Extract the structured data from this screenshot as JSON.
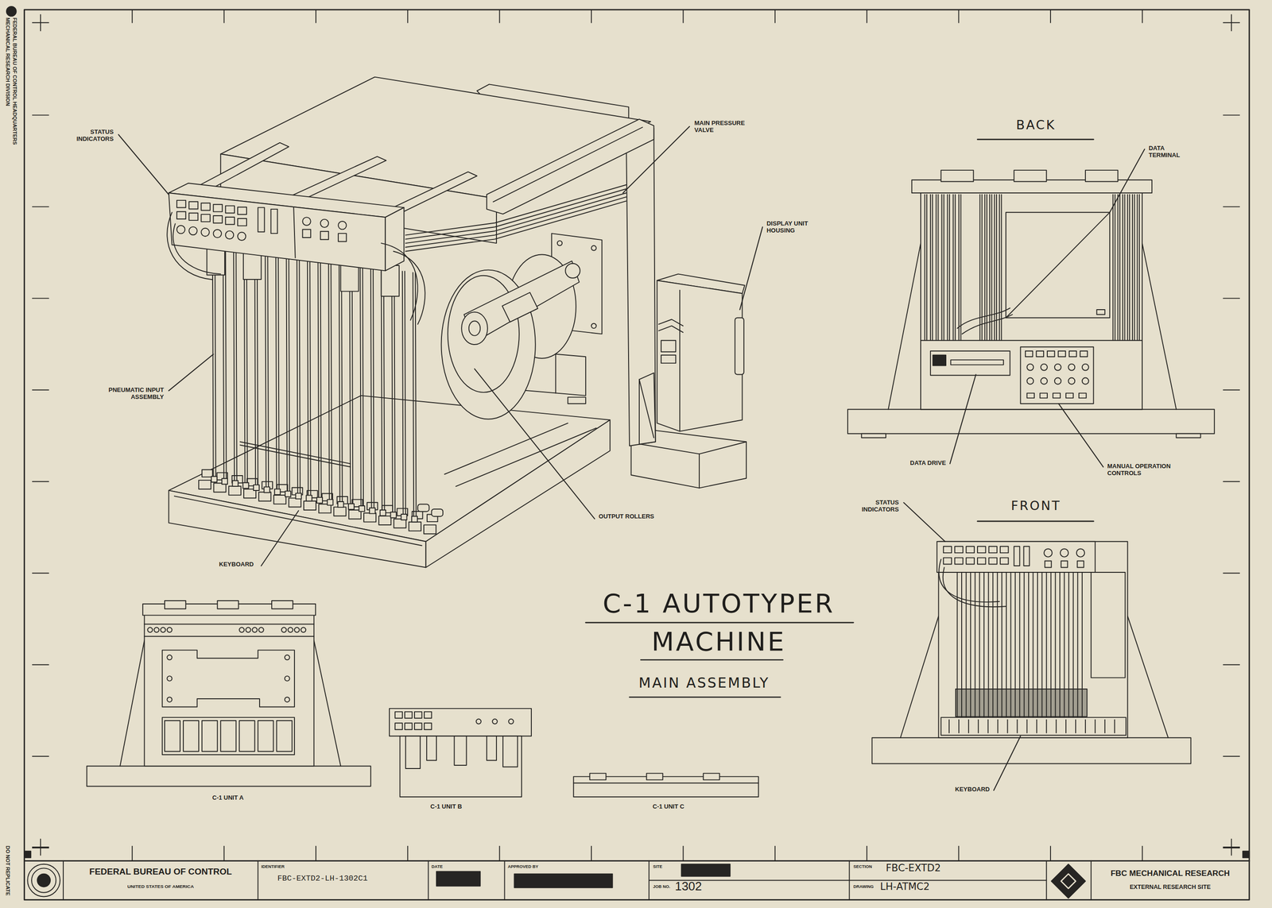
{
  "diagram": {
    "title": "C-1 AUTOTYPER MACHINE",
    "caption": "MAIN ASSEMBLY",
    "nodes": [
      {
        "text": [
          "FEDERAL BUREAU OF CONTROL",
          "UNITED STATES OF AMERICA"
        ]
      },
      {
        "text": [
          "IDENTIFIER",
          "FBC-EXTD2-LH-1302C1"
        ]
      },
      {
        "text": [
          "DATE"
        ]
      },
      {
        "text": [
          "APPROVED BY"
        ]
      },
      {
        "text": [
          "SITE",
          "JOB NO.",
          "1302"
        ]
      },
      {
        "text": [
          "SECTION",
          "FBC-EXTD2",
          "DRAWING",
          "LH-ATMC2"
        ]
      },
      {
        "text": [
          "FBC MECHANICAL RESEARCH",
          "EXTERNAL RESEARCH SITE"
        ]
      }
    ],
    "labels": [
      "FEDERAL BUREAU OF CONTROL HEADQUARTERS",
      "MECHANICAL RESEARCH DIVISION",
      "DO NOT REPLICATE",
      "STATUS INDICATORS",
      "MAIN PRESSURE VALVE",
      "DISPLAY UNIT HOUSING",
      "PNEUMATIC INPUT ASSEMBLY",
      "OUTPUT ROLLERS",
      "KEYBOARD",
      "BACK",
      "DATA TERMINAL",
      "DATA DRIVE",
      "MANUAL OPERATION CONTROLS",
      "FRONT",
      "STATUS INDICATORS",
      "KEYBOARD",
      "C-1 UNIT A",
      "C-1 UNIT B",
      "C-1 UNIT C"
    ]
  }
}
